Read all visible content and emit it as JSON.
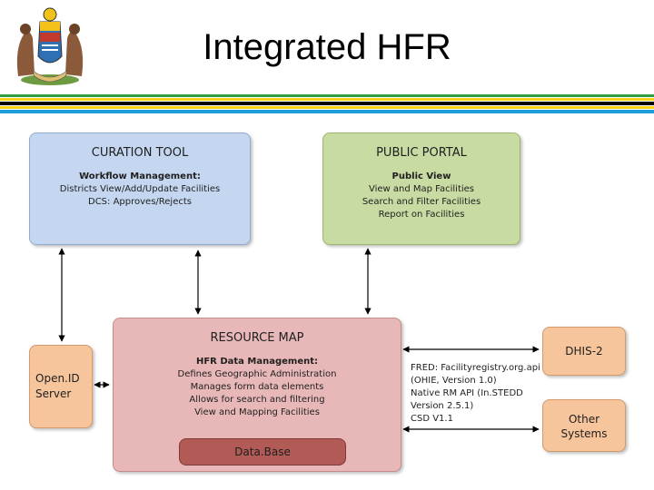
{
  "slide": {
    "title": "Integrated HFR"
  },
  "logo": {
    "name": "coat-of-arms-icon"
  },
  "flag_stripes": [
    "#2e9e3e",
    "#f4d316",
    "#000000",
    "#f4d316",
    "#1f9dd8"
  ],
  "curation_tool": {
    "heading": "CURATION TOOL",
    "subheading": "Workflow Management:",
    "lines": [
      "Districts View/Add/Update Facilities",
      "DCS: Approves/Rejects"
    ]
  },
  "public_portal": {
    "heading": "PUBLIC PORTAL",
    "subheading": "Public View",
    "lines": [
      "View and Map Facilities",
      "Search and Filter Facilities",
      "Report on Facilities"
    ]
  },
  "resource_map": {
    "heading": "RESOURCE MAP",
    "subheading": "HFR Data Management:",
    "lines": [
      "Defines Geographic Administration",
      "Manages form data elements",
      "Allows for search and filtering",
      "View and Mapping Facilities"
    ],
    "database": "Data.Base"
  },
  "openid": {
    "line1": "Open.ID",
    "line2": "Server"
  },
  "dhis": {
    "label": "DHIS-2"
  },
  "other": {
    "line1": "Other",
    "line2": "Systems"
  },
  "api_list": [
    "FRED: Facilityregistry.org.api",
    "(OHIE, Version 1.0)",
    "Native RM API (In.STEDD",
    "Version 2.5.1)",
    "CSD V1.1"
  ]
}
